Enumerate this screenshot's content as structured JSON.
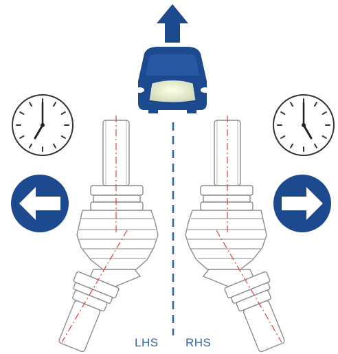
{
  "labels": {
    "left_side": "LHS",
    "right_side": "RHS"
  },
  "colors": {
    "brand_blue": "#1d4a8f",
    "center_line": "#2f63ad",
    "axis_red": "#e23b3b",
    "outline": "#8c8c8c",
    "part_fill": "#ffffff"
  },
  "icons": {
    "direction_arrow": "up-arrow-icon",
    "vehicle": "car-front-icon",
    "left_clock": "clock-icon",
    "right_clock": "clock-icon",
    "left_arrow": "arrow-left-circle-icon",
    "right_arrow": "arrow-right-circle-icon"
  },
  "clocks": {
    "left_time": "7:00",
    "right_time": "5:00"
  }
}
